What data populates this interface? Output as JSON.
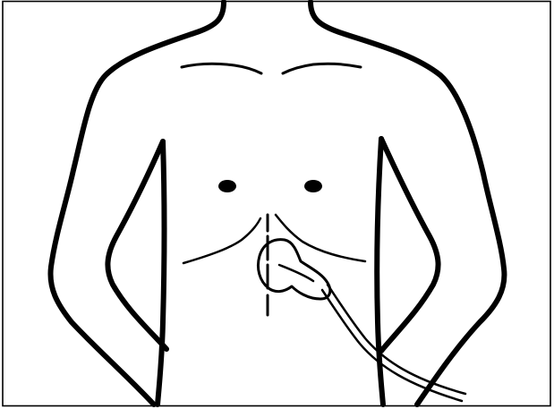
{
  "colors": {
    "stroke": "#000000",
    "background": "#ffffff",
    "border": "#000000"
  },
  "figure": {
    "subject": "torso",
    "elements": [
      "border",
      "torso-outline",
      "left-arm",
      "right-arm",
      "collarbones",
      "nipples",
      "rib-margins",
      "midline",
      "ultrasound-probe",
      "probe-cable"
    ]
  }
}
